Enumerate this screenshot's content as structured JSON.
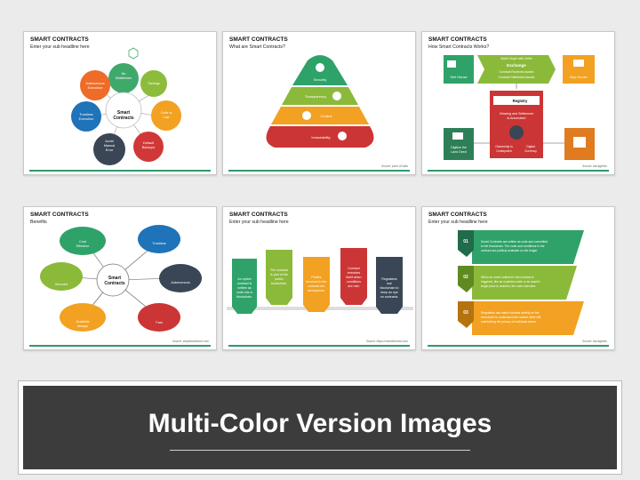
{
  "slides": [
    {
      "title": "SMART CONTRACTS",
      "subtitle": "Enter your sub headline here",
      "center": [
        "Smart",
        "Contracts"
      ],
      "items": [
        [
          "No",
          "Middlemen"
        ],
        [
          "Savings"
        ],
        [
          "Code is",
          "Law"
        ],
        [
          "Default",
          "Backups"
        ],
        [
          "Avoid",
          "Manual",
          "Error"
        ],
        [
          "Trustless",
          "Execution"
        ],
        [
          "Autonomous",
          "Execution"
        ]
      ]
    },
    {
      "title": "SMART CONTRACTS",
      "subtitle": "What are Smart Contracts?",
      "layers": [
        "Security",
        "Transparency",
        "Control",
        "Immutability"
      ],
      "source": "Source: price of edits"
    },
    {
      "title": "SMART CONTRACTS",
      "subtitle": "How Smart Contracts Works?",
      "sell": "Sell House",
      "buy": "Buy House",
      "exchange_lines": [
        "Match Buyer with Seller",
        "Exchange",
        "Contract Receives Assets",
        "Contract Distributes Assets"
      ],
      "registry": "Registry",
      "clearing": [
        "Clearing and Settlement",
        "is Automated"
      ],
      "ownership": [
        "Ownership is",
        "Undisputed"
      ],
      "digital": [
        "Digital",
        "Currency"
      ],
      "deed": [
        "Digitize the",
        "Land Deed"
      ],
      "source": "Source: blockgeeks"
    },
    {
      "title": "SMART CONTRACTS",
      "subtitle": "Benefits",
      "center": [
        "Smart",
        "Contracts"
      ],
      "items": [
        [
          "Cost",
          "Effective"
        ],
        [
          "Trustless"
        ],
        [
          "Autonomous"
        ],
        [
          "Fast"
        ],
        [
          "Available",
          "Always"
        ],
        [
          "Secured"
        ]
      ],
      "source": "Source: stephenwebreci.com"
    },
    {
      "title": "SMART CONTRACTS",
      "subtitle": "Enter your sub headline here",
      "cards": [
        [
          "An option",
          "contract is",
          "written as",
          "code into a",
          "blockchain."
        ],
        [
          "The contract",
          "is part of the",
          "public",
          "blockchain."
        ],
        [
          "Parties",
          "involved in the",
          "contract are",
          "anonymous."
        ],
        [
          "Contract",
          "executes",
          "itself when",
          "conditions",
          "are met."
        ],
        [
          "Regulators",
          "use",
          "blockchain to",
          "keep an eye",
          "on contracts."
        ]
      ],
      "source": "Source: https://coinhelmcrea.com"
    },
    {
      "title": "SMART CONTRACTS",
      "subtitle": "Enter your sub headline here",
      "steps": [
        {
          "num": "01",
          "lines": [
            "Smart Contracts are written as code and committed",
            "to the blockchain. The code and conditions in the",
            "contract are publicly available on the ledger."
          ]
        },
        {
          "num": "02",
          "lines": [
            "When an event outlined in the contract is",
            "triggered, like an expiration date or an asset's",
            "target price is reached, the code executes."
          ]
        },
        {
          "num": "03",
          "lines": [
            "Regulators can watch contract activity on the",
            "blockchain to understand the market while still",
            "maintaining the privacy of individual actors."
          ]
        }
      ],
      "source": "Source: blockgeeks"
    }
  ],
  "banner": {
    "title": "Multi-Color Version Images"
  }
}
